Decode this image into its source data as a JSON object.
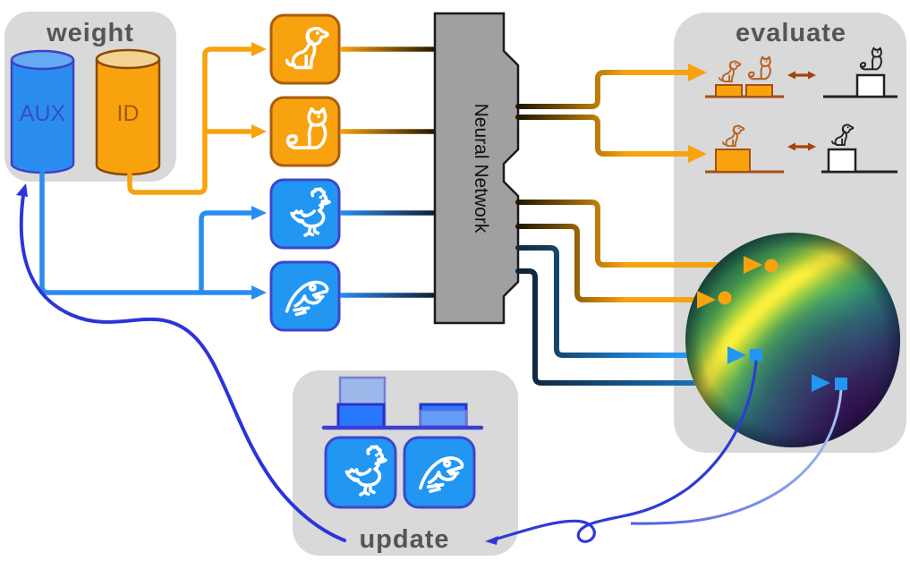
{
  "figure": {
    "panels": {
      "weight": {
        "label": "weight"
      },
      "evaluate": {
        "label": "evaluate"
      },
      "update": {
        "label": "update"
      }
    },
    "cylinders": {
      "aux": {
        "label": "AUX"
      },
      "id": {
        "label": "ID"
      }
    },
    "network": {
      "label": "Neural Network"
    },
    "input_icons": [
      "dog",
      "cat",
      "rooster",
      "dinosaur"
    ],
    "update_icons": [
      "rooster",
      "dinosaur"
    ],
    "evaluate_rows": [
      {
        "left": "dog-and-cat-on-two-orange-boxes",
        "relation": "compare",
        "right": "cat-on-white-box"
      },
      {
        "left": "dog-on-orange-box",
        "relation": "compare",
        "right": "dog-on-white-box"
      }
    ],
    "sphere_markers": {
      "orange_dots": 2,
      "blue_squares": 2
    },
    "colors": {
      "panel_gray": "#d9d9d9",
      "orange": "#f8a20d",
      "orange_dark": "#a85c10",
      "blue": "#2196f3",
      "blue_dark_stroke": "#3d46cc",
      "indigo_arrow": "#2b35d9",
      "nn_gray": "#a0a0a0",
      "eval_arrow_brown": "#a8430a",
      "sphere_yellow": "#fde725",
      "sphere_green": "#35a15f",
      "sphere_purple": "#3a1258"
    }
  }
}
